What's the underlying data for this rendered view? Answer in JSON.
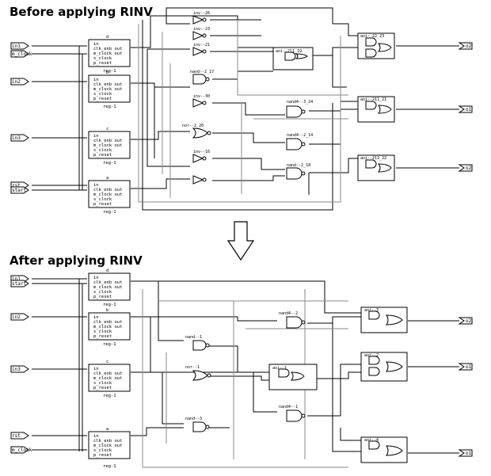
{
  "headings": {
    "before": "Before applying RINV",
    "after": "After applying RINV"
  },
  "reg_ports": [
    "in",
    "clk_enb out",
    "m_clock out",
    "s_clock",
    "p_reset"
  ],
  "reg_label": "reg-1",
  "before": {
    "inputs": [
      "in1",
      "m_clock",
      "in2",
      "in3",
      "rst",
      "start"
    ],
    "outputs": [
      "o2",
      "o1",
      "o2"
    ],
    "regs": [
      "d",
      "b",
      "c",
      "a"
    ],
    "gates": [
      {
        "text": "inv--26"
      },
      {
        "text": "inv--23"
      },
      {
        "text": "inv--21"
      },
      {
        "text": "nand--2_17"
      },
      {
        "text": "inv--30"
      },
      {
        "text": "nor--2_20"
      },
      {
        "text": "inv--16"
      },
      {
        "text": "aoi--211_19"
      },
      {
        "text": "nand4--3_24"
      },
      {
        "text": "nand4--2_14"
      },
      {
        "text": "nand--2_18"
      },
      {
        "text": "aoi--22_23"
      },
      {
        "text": "aoi--211_21"
      },
      {
        "text": "aoi--211_22"
      }
    ]
  },
  "after": {
    "inputs": [
      "in1",
      "start",
      "in2",
      "in3",
      "rst",
      "m_clock"
    ],
    "outputs": [
      "o2",
      "o1",
      "o1"
    ],
    "regs": [
      "d",
      "b",
      "c",
      "a"
    ],
    "gates": [
      {
        "text": "nand--1"
      },
      {
        "text": "nor--1"
      },
      {
        "text": "nand--3"
      },
      {
        "text": "nand4--2"
      },
      {
        "text": "aoi--1"
      },
      {
        "text": "nand4--1"
      },
      {
        "text": "aoi--3"
      },
      {
        "text": "aoi--2"
      },
      {
        "text": "aoi--4"
      }
    ]
  },
  "arrow": "down-arrow-icon"
}
